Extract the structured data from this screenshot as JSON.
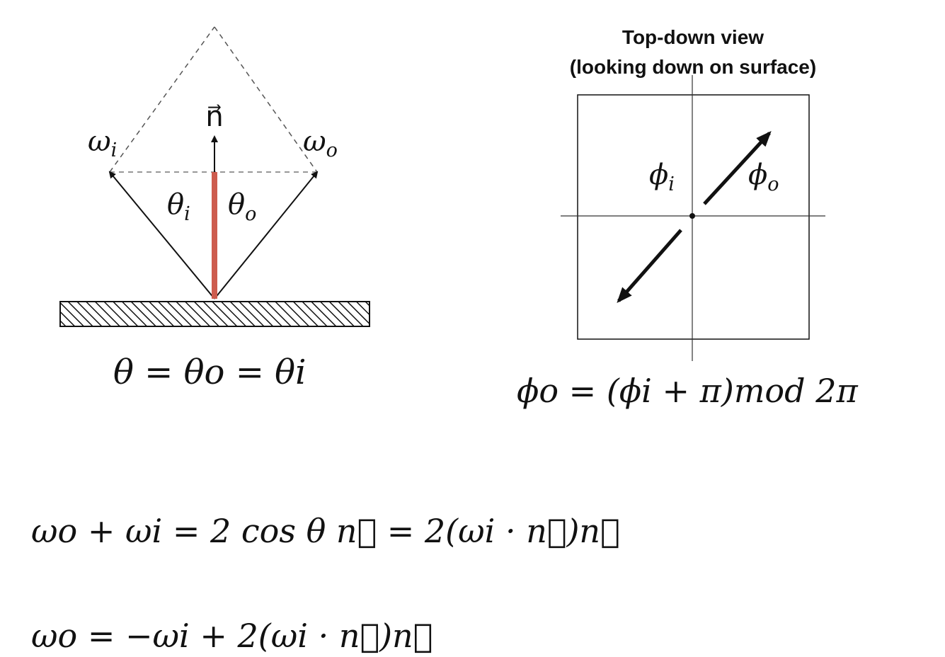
{
  "reflection_diagram": {
    "normal_label": "n⃗",
    "incident_label": "ω",
    "incident_sub": "i",
    "outgoing_label": "ω",
    "outgoing_sub": "o",
    "theta_i_label": "θ",
    "theta_i_sub": "i",
    "theta_o_label": "θ",
    "theta_o_sub": "o",
    "normal_color": "#cd5c4e",
    "equation": "θ = θo = θi"
  },
  "top_down": {
    "title_line1": "Top-down view",
    "title_line2": "(looking down on surface)",
    "phi_i_label": "ϕ",
    "phi_i_sub": "i",
    "phi_o_label": "ϕ",
    "phi_o_sub": "o",
    "equation": "ϕo = (ϕi + π)mod 2π"
  },
  "equations": {
    "eq1": "ωo + ωi = 2 cos θ n⃗ = 2(ωi · n⃗)n⃗",
    "eq2": "ωo = −ωi + 2(ωi · n⃗)n⃗"
  }
}
